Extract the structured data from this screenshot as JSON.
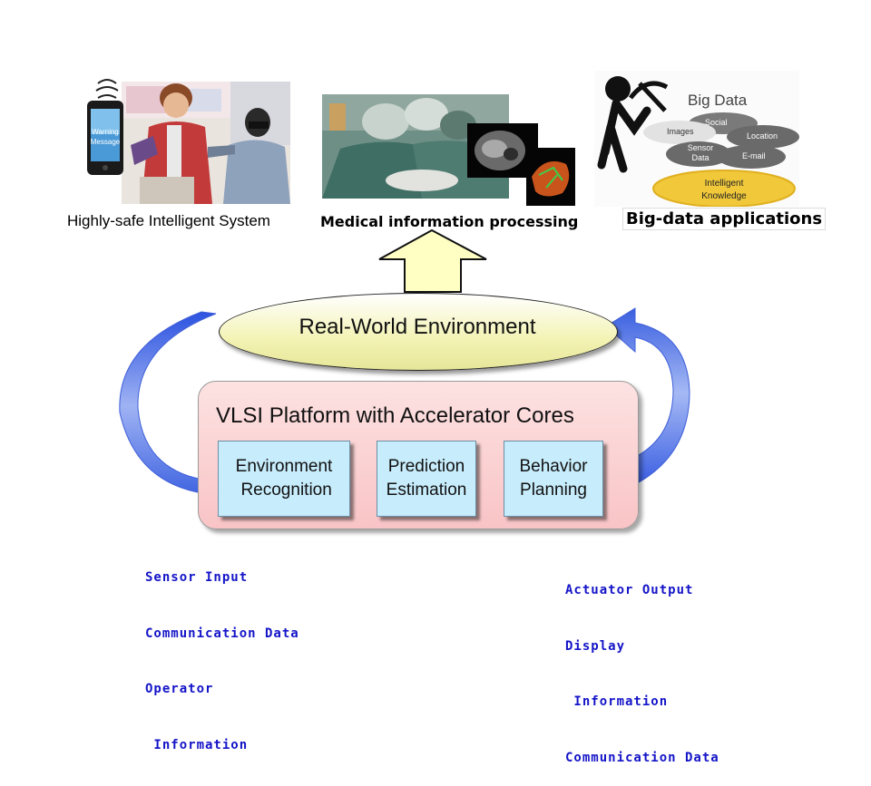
{
  "top_panels": {
    "left": {
      "caption": "Highly-safe Intelligent System",
      "phone_text": [
        "Warning",
        "Message"
      ]
    },
    "center": {
      "caption": "Medical information processing"
    },
    "right": {
      "caption": "Big-data applications",
      "title": "Big Data",
      "bubbles": [
        "Social",
        "Images",
        "Location",
        "Sensor Data",
        "E-mail"
      ],
      "knowledge": "Intelligent Knowledge"
    }
  },
  "environment": {
    "label": "Real-World Environment"
  },
  "platform": {
    "title": "VLSI Platform with Accelerator Cores",
    "stages": [
      {
        "line1": "Environment",
        "line2": " Recognition"
      },
      {
        "line1": "Prediction",
        "line2": "Estimation"
      },
      {
        "line1": "Behavior",
        "line2": "Planning"
      }
    ]
  },
  "inputs": [
    "Sensor Input",
    "Communication Data",
    "Operator",
    " Information"
  ],
  "outputs": [
    "Actuator Output",
    "Display",
    " Information",
    "Communication Data"
  ],
  "colors": {
    "io_text": "#1414c8",
    "arrow_blue": "#3a5fe0",
    "platform_fill": "#f9c4c6",
    "stage_fill": "#c7ecfb",
    "env_fill": "#f6f6bf"
  }
}
